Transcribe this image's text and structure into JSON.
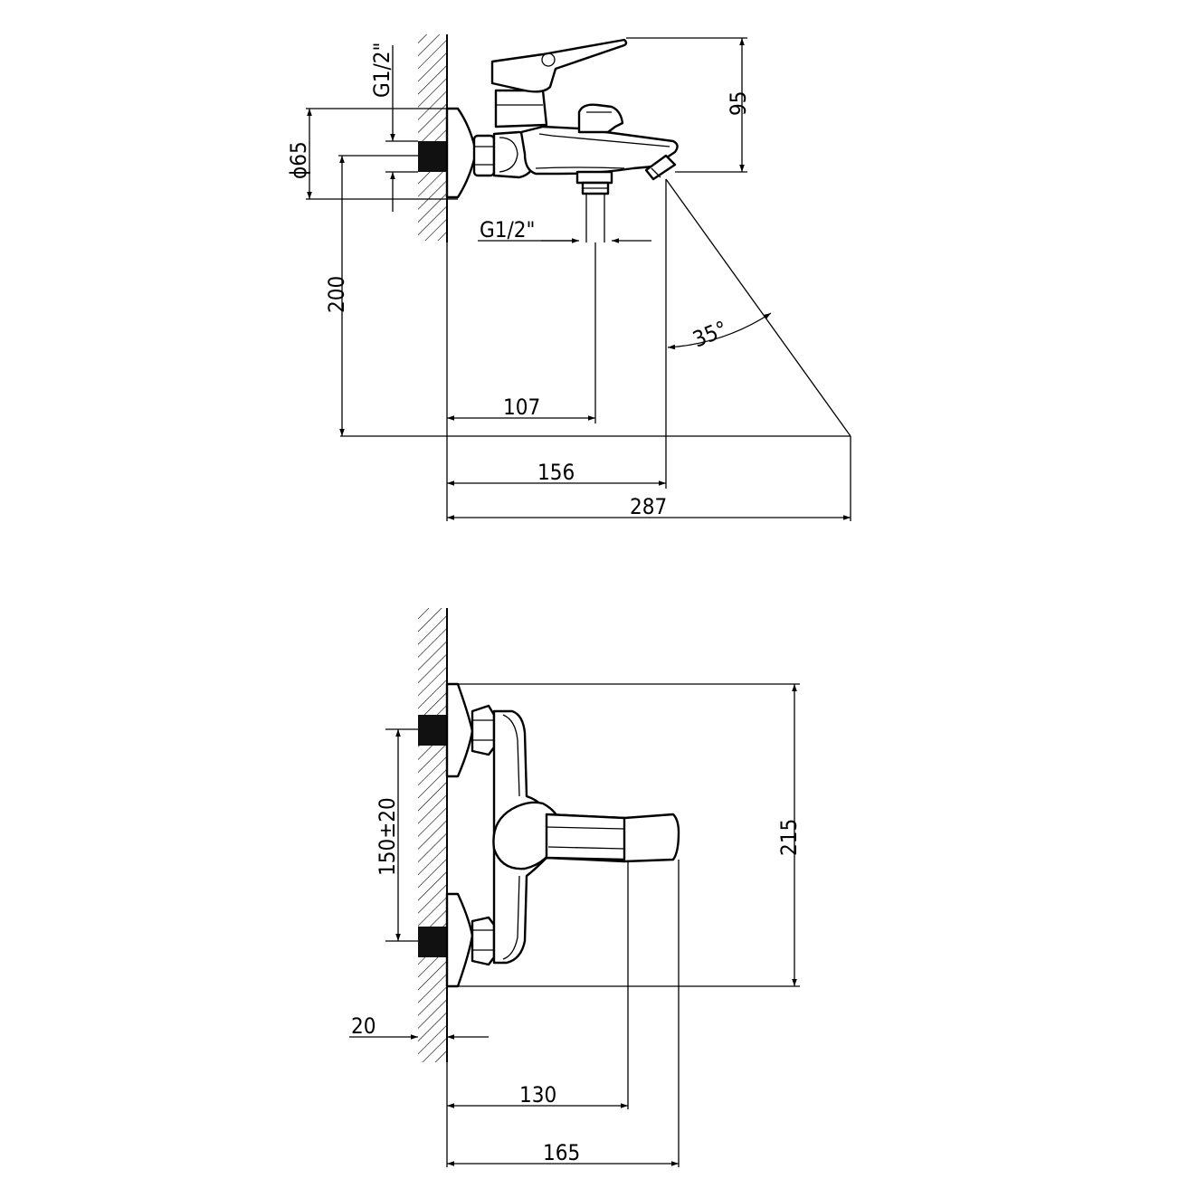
{
  "views": {
    "side_view": {
      "dimensions": {
        "inlet_thread_top": "G1/2\"",
        "flange_diameter": "ϕ65",
        "height_spout": "95",
        "outlet_thread": "G1/2\"",
        "height_from_floor": "200",
        "angle": "35°",
        "outlet_distance": "107",
        "spout_reach": "156",
        "total_reach": "287"
      }
    },
    "top_view": {
      "dimensions": {
        "inlet_spacing": "150±20",
        "total_width": "215",
        "wall_depth": "20",
        "handle_reach": "130",
        "total_depth": "165"
      }
    }
  }
}
